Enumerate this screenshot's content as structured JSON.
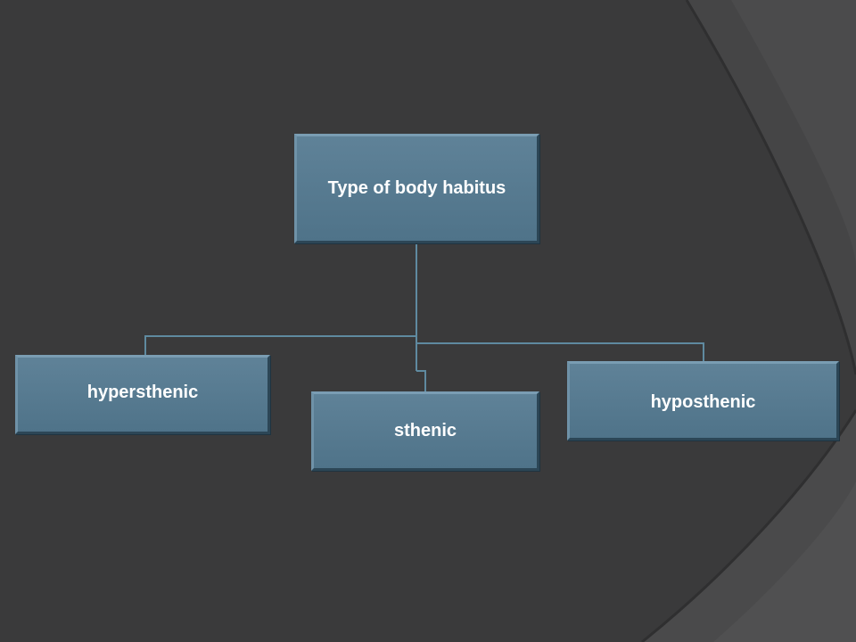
{
  "diagram": {
    "root": {
      "label": "Type of body habitus"
    },
    "children": [
      {
        "label": "hypersthenic"
      },
      {
        "label": "sthenic"
      },
      {
        "label": "hyposthenic"
      }
    ]
  },
  "colors": {
    "background": "#3a3a3b",
    "node_fill": "#5a7d93",
    "connector": "#5f8aa0",
    "node_text": "#ffffff"
  }
}
